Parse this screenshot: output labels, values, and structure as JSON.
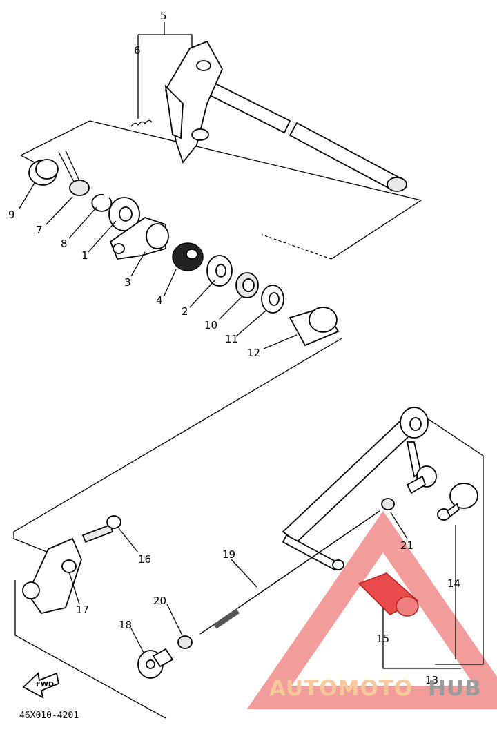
{
  "diagram": {
    "callouts": [
      "1",
      "2",
      "3",
      "4",
      "5",
      "6",
      "7",
      "8",
      "9",
      "10",
      "11",
      "12",
      "13",
      "14",
      "15",
      "16",
      "17",
      "18",
      "19",
      "20",
      "21"
    ],
    "fwd_label": "FWD",
    "code": "46X010-4201"
  },
  "watermark": {
    "part1": "AUTOMOTO",
    "part2": "HUB",
    "color_primary": "#e94b4b",
    "color_secondary": "#9a9a9a"
  }
}
